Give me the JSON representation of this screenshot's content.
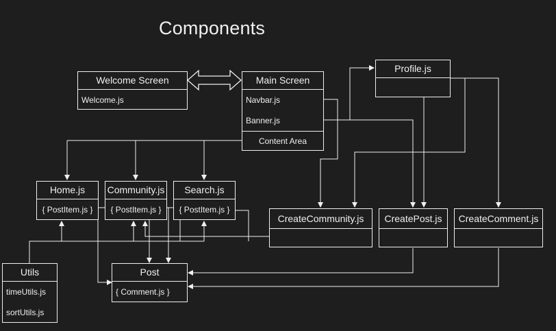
{
  "title": "Components",
  "welcome": {
    "name": "Welcome Screen",
    "items": [
      "Welcome.js"
    ]
  },
  "main": {
    "name": "Main Screen",
    "items": [
      "Navbar.js",
      "Banner.js",
      "Content Area"
    ]
  },
  "profile": {
    "name": "Profile.js"
  },
  "home": {
    "name": "Home.js",
    "items": [
      "{ PostItem.js }"
    ]
  },
  "community": {
    "name": "Community.js",
    "items": [
      "{ PostItem.js }"
    ]
  },
  "search": {
    "name": "Search.js",
    "items": [
      "{ PostItem.js }"
    ]
  },
  "create_community": {
    "name": "CreateCommunity.js"
  },
  "create_post": {
    "name": "CreatePost.js"
  },
  "create_comment": {
    "name": "CreateComment.js"
  },
  "utils": {
    "name": "Utils",
    "items": [
      "timeUtils.js",
      "sortUtils.js"
    ]
  },
  "post": {
    "name": "Post",
    "items": [
      "{ Comment.js }"
    ]
  },
  "colors": {
    "background": "#1e1e1e",
    "stroke": "#f0f0f0"
  }
}
